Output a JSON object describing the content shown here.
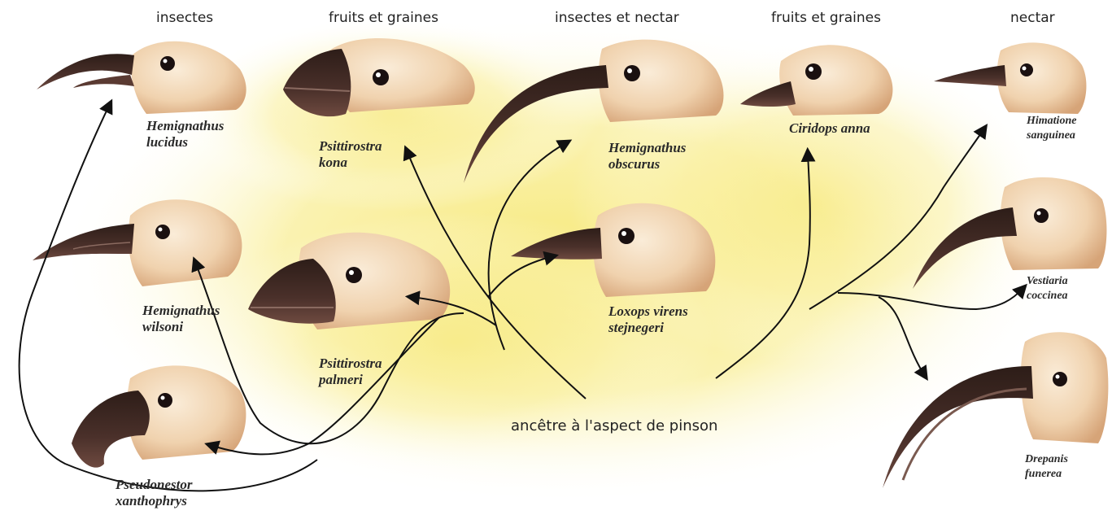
{
  "diet_labels": {
    "col1": "insectes",
    "col2": "fruits et graines",
    "col3": "insectes et nectar",
    "col4": "fruits et graines",
    "col5": "nectar"
  },
  "species": {
    "hemignathus_lucidus": [
      "Hemignathus",
      "lucidus"
    ],
    "psittirostra_kona": [
      "Psittirostra",
      "kona"
    ],
    "hemignathus_obscurus": [
      "Hemignathus",
      "obscurus"
    ],
    "ciridops_anna": [
      "Ciridops anna"
    ],
    "himatione_sanguinea": [
      "Himatione",
      "sanguinea"
    ],
    "hemignathus_wilsoni": [
      "Hemignathus",
      "wilsoni"
    ],
    "psittirostra_palmeri": [
      "Psittirostra",
      "palmeri"
    ],
    "loxops_virens": [
      "Loxops virens",
      "stejnegeri"
    ],
    "vestiaria_coccinea": [
      "Vestiaria",
      "coccinea"
    ],
    "pseudonestor_xanthophrys": [
      "Pseudonestor",
      "xanthophrys"
    ],
    "drepanis_funerea": [
      "Drepanis",
      "funerea"
    ]
  },
  "ancestor_label": "ancêtre à l'aspect de pinson",
  "colors": {
    "background_glow": "#f8ee8c",
    "head_feathers": "#f3dcbf",
    "head_shade": "#c99468",
    "beak_dark": "#3a2520",
    "arrow": "#111111"
  }
}
